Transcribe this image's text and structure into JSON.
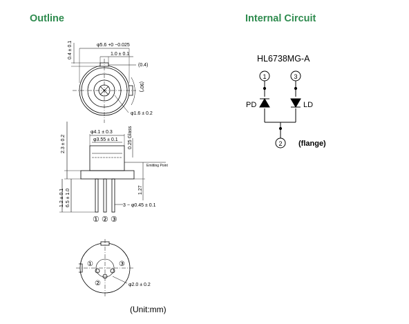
{
  "outline": {
    "heading": "Outline",
    "top_view": {
      "dim_diameter": "φ5.6 +0 −0.025",
      "dim_tab_width": "1.0 ± 0.1",
      "dim_tab_depth": "(0.4)",
      "dim_tab_height": "0.4 ± 0.1",
      "dim_angle": "(90°)",
      "dim_window": "φ1.6 ± 0.2"
    },
    "side_view": {
      "dim_cap_diameter": "φ4.1 ± 0.3",
      "dim_window_diameter": "φ3.55 ± 0.1",
      "dim_height": "2.3 ± 0.2",
      "dim_glass": "0.25 Glass",
      "emitting_point_label": "Emitting Point",
      "dim_flange": "1.27",
      "dim_leads_short": "1.2 ± 0.1",
      "dim_leads_long": "6.5 ± 1.0",
      "dim_lead_diameter": "3 − φ0.45 ± 0.1",
      "pins": [
        "①",
        "②",
        "③"
      ]
    },
    "bottom_view": {
      "pins": [
        "①",
        "②",
        "③"
      ],
      "dim_pitch_circle": "φ2.0 ± 0.2"
    },
    "unit_label": "(Unit:mm)"
  },
  "circuit": {
    "heading": "Internal Circuit",
    "model": "HL6738MG-A",
    "pin_top_left": "1",
    "pin_top_right": "3",
    "pin_bottom": "2",
    "pd_label": "PD",
    "ld_label": "LD",
    "flange_label": "(flange)"
  }
}
